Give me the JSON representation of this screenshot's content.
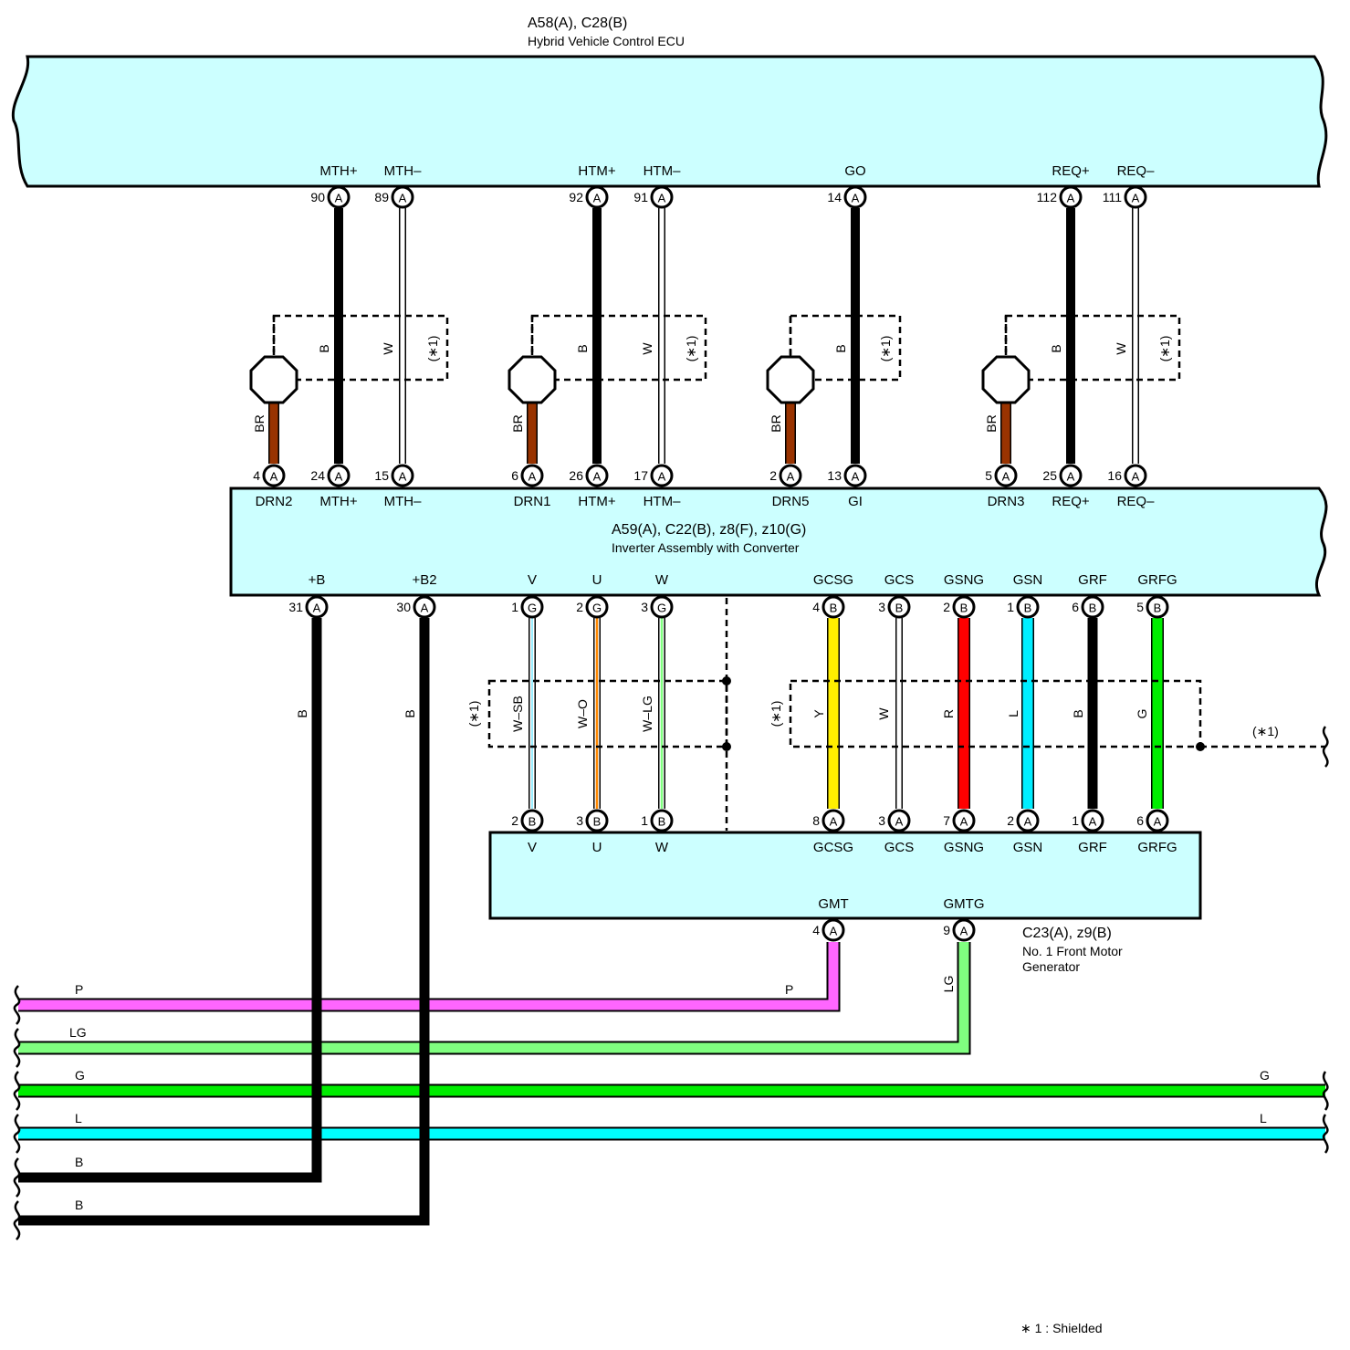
{
  "ecu": {
    "connector": "A58(A), C28(B)",
    "name": "Hybrid Vehicle Control ECU",
    "terminals": [
      {
        "name": "MTH+",
        "pin": "90",
        "conn": "A"
      },
      {
        "name": "MTH–",
        "pin": "89",
        "conn": "A"
      },
      {
        "name": "HTM+",
        "pin": "92",
        "conn": "A"
      },
      {
        "name": "HTM–",
        "pin": "91",
        "conn": "A"
      },
      {
        "name": "GO",
        "pin": "14",
        "conn": "A"
      },
      {
        "name": "REQ+",
        "pin": "112",
        "conn": "A"
      },
      {
        "name": "REQ–",
        "pin": "111",
        "conn": "A"
      }
    ]
  },
  "inverter": {
    "connector": "A59(A), C22(B), z8(F), z10(G)",
    "name": "Inverter Assembly with Converter",
    "top_terminals": [
      {
        "name": "DRN2",
        "pin": "4",
        "conn": "A"
      },
      {
        "name": "MTH+",
        "pin": "24",
        "conn": "A"
      },
      {
        "name": "MTH–",
        "pin": "15",
        "conn": "A"
      },
      {
        "name": "DRN1",
        "pin": "6",
        "conn": "A"
      },
      {
        "name": "HTM+",
        "pin": "26",
        "conn": "A"
      },
      {
        "name": "HTM–",
        "pin": "17",
        "conn": "A"
      },
      {
        "name": "DRN5",
        "pin": "2",
        "conn": "A"
      },
      {
        "name": "GI",
        "pin": "13",
        "conn": "A"
      },
      {
        "name": "DRN3",
        "pin": "5",
        "conn": "A"
      },
      {
        "name": "REQ+",
        "pin": "25",
        "conn": "A"
      },
      {
        "name": "REQ–",
        "pin": "16",
        "conn": "A"
      }
    ],
    "bottom_terminals": [
      {
        "name": "+B",
        "pin": "31",
        "conn": "A"
      },
      {
        "name": "+B2",
        "pin": "30",
        "conn": "A"
      },
      {
        "name": "V",
        "pin": "1",
        "conn": "G"
      },
      {
        "name": "U",
        "pin": "2",
        "conn": "G"
      },
      {
        "name": "W",
        "pin": "3",
        "conn": "G"
      },
      {
        "name": "GCSG",
        "pin": "4",
        "conn": "B"
      },
      {
        "name": "GCS",
        "pin": "3",
        "conn": "B"
      },
      {
        "name": "GSNG",
        "pin": "2",
        "conn": "B"
      },
      {
        "name": "GSN",
        "pin": "1",
        "conn": "B"
      },
      {
        "name": "GRF",
        "pin": "6",
        "conn": "B"
      },
      {
        "name": "GRFG",
        "pin": "5",
        "conn": "B"
      }
    ]
  },
  "motor": {
    "connector": "C23(A), z9(B)",
    "name_line1": "No.  1 Front Motor",
    "name_line2": "Generator",
    "top_terminals": [
      {
        "name": "V",
        "pin": "2",
        "conn": "B"
      },
      {
        "name": "U",
        "pin": "3",
        "conn": "B"
      },
      {
        "name": "W",
        "pin": "1",
        "conn": "B"
      },
      {
        "name": "GCSG",
        "pin": "8",
        "conn": "A"
      },
      {
        "name": "GCS",
        "pin": "3",
        "conn": "A"
      },
      {
        "name": "GSNG",
        "pin": "7",
        "conn": "A"
      },
      {
        "name": "GSN",
        "pin": "2",
        "conn": "A"
      },
      {
        "name": "GRF",
        "pin": "1",
        "conn": "A"
      },
      {
        "name": "GRFG",
        "pin": "6",
        "conn": "A"
      }
    ],
    "bottom_terminals": [
      {
        "name": "GMT",
        "pin": "4",
        "conn": "A"
      },
      {
        "name": "GMTG",
        "pin": "9",
        "conn": "A"
      }
    ]
  },
  "wire_labels": {
    "upper": [
      "B",
      "W",
      "(∗1)",
      "B",
      "W",
      "(∗1)",
      "B",
      "(∗1)",
      "B",
      "W",
      "(∗1)"
    ],
    "drain": [
      "BR",
      "BR",
      "BR",
      "BR"
    ],
    "power": [
      "B",
      "B"
    ],
    "phase": [
      "(∗1)",
      "W–SB",
      "W–O",
      "W–LG"
    ],
    "sensor": [
      "(∗1)",
      "Y",
      "W",
      "R",
      "L",
      "B",
      "G"
    ],
    "shield_continue": "(∗1)",
    "gmt": "P",
    "gmtg": "LG"
  },
  "bus_lines": [
    {
      "left": "P",
      "right": "",
      "color": "#ff66ff"
    },
    {
      "left": "LG",
      "right": "",
      "color": "#80ff80"
    },
    {
      "left": "G",
      "right": "G",
      "color": "#00ee00"
    },
    {
      "left": "L",
      "right": "L",
      "color": "#00ffff"
    },
    {
      "left": "B",
      "right": "",
      "color": "#000000"
    },
    {
      "left": "B",
      "right": "",
      "color": "#000000"
    }
  ],
  "colors": {
    "box_fill": "#ccffff",
    "wire_black": "#000000",
    "wire_brown": "#993300",
    "wire_yellow": "#ffee00",
    "wire_red": "#ff0000",
    "wire_cyan": "#00eeff",
    "wire_green": "#00ee00",
    "wire_pink": "#ff66ff",
    "wire_lightgreen": "#80ff80",
    "wire_orange": "#ff8800",
    "wire_skyblue": "#99eeff"
  },
  "footnote": "∗ 1 : Shielded"
}
